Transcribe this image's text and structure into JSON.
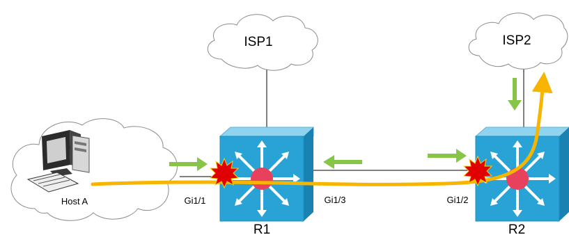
{
  "labels": {
    "isp1": "ISP1",
    "isp2": "ISP2",
    "host": "Host A",
    "r1": "R1",
    "r2": "R2",
    "gi11": "Gi1/1",
    "gi13": "Gi1/3",
    "gi12": "Gi1/2"
  },
  "colors": {
    "switch_face": "#29a3d6",
    "switch_top": "#8fd3ee",
    "switch_side": "#1a82b3",
    "switch_center": "#e8415d",
    "traffic_path": "#f7b500",
    "arrow": "#86c547",
    "burst": "#e00000",
    "cloud_stroke": "#8c8c8c",
    "link": "#000000"
  },
  "icons": [
    "cloud-icon",
    "computer-icon",
    "layer3-switch-icon",
    "burst-icon",
    "arrow-icon"
  ]
}
